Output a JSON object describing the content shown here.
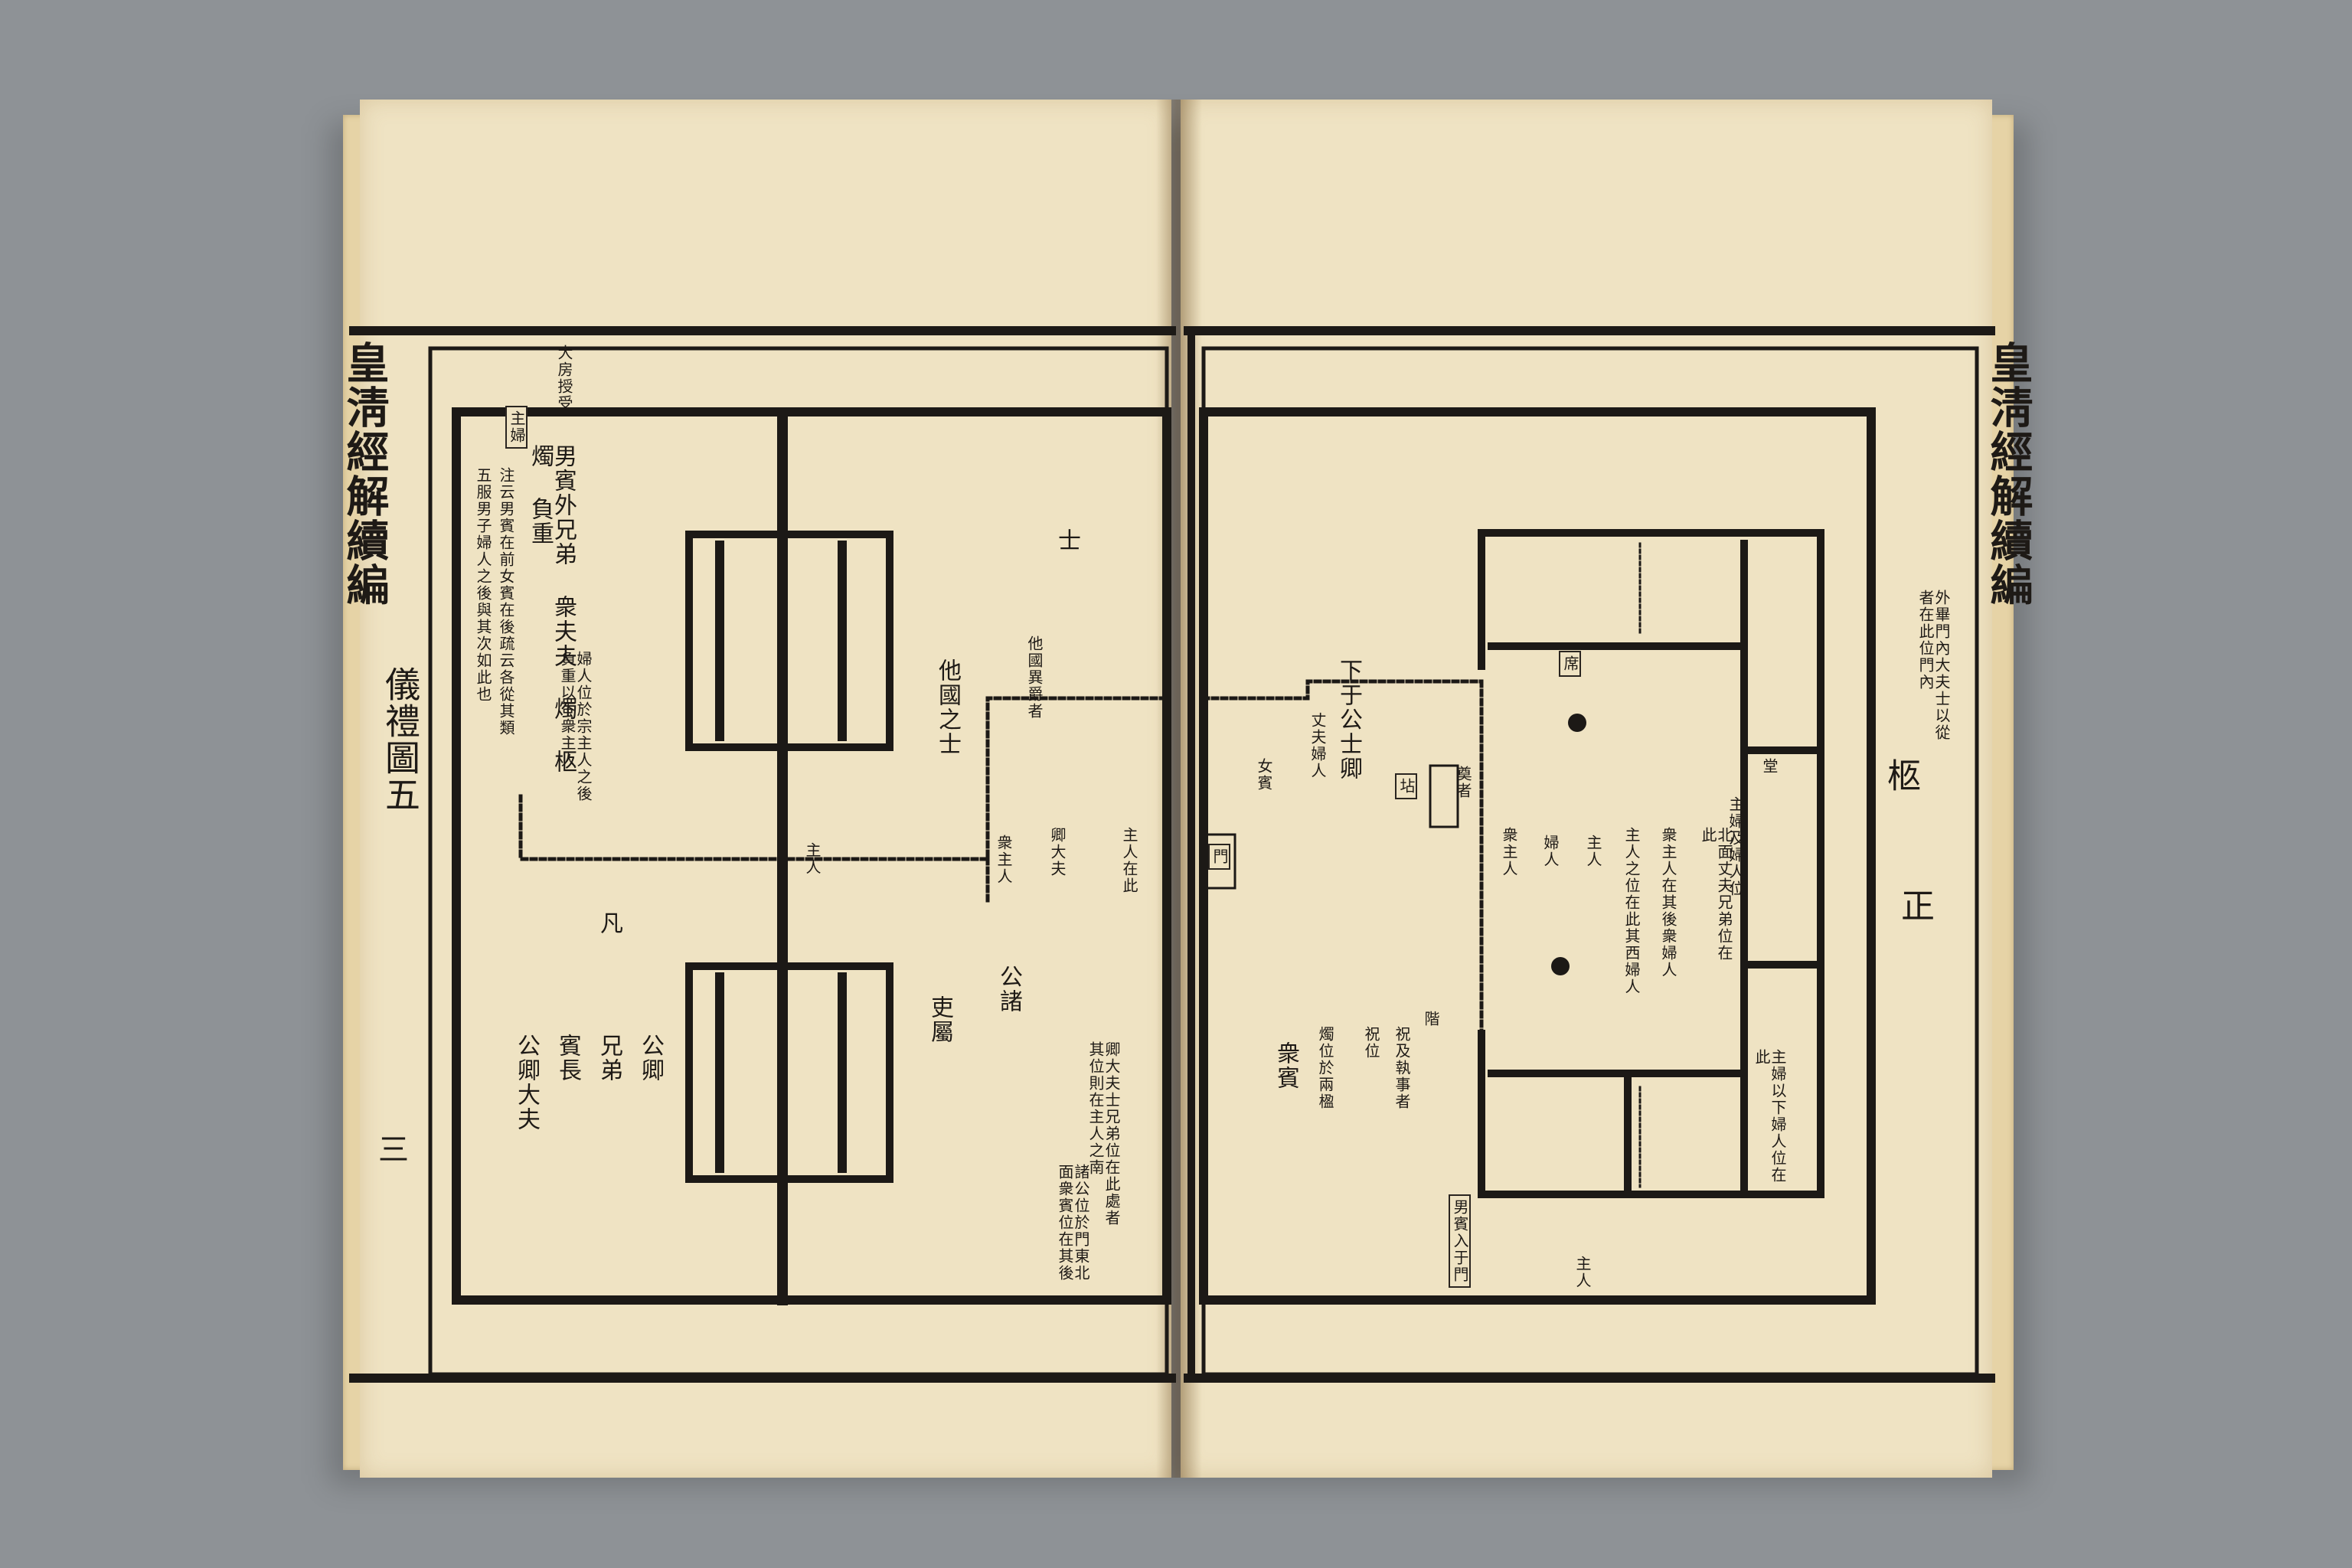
{
  "book": {
    "running_title": "皇淸經解續編",
    "section": "儀禮圖五",
    "folio": "三",
    "right_page_title": "皇淸經解續編"
  },
  "left_page": {
    "top_notes": [
      "主婦",
      "大房授受"
    ],
    "notes_col1": "男賓外兄弟 衆夫夫 燭 柩 燭 負重",
    "notes_col2": "注云男賓在前女賓在後疏云各從其類",
    "notes_col3": "五服男子婦人之後與其次如此也",
    "small_notes": "婦人位於宗主人之後負重以下衆主人",
    "label_shi": "士",
    "label_tazhi": "他國之士",
    "label_taguo": "他國異爵者",
    "label_hudaima": "卿大夫",
    "label_shu": "衆主人",
    "label_zhuyi": "主人",
    "label_ji": "吏屬",
    "label_zhu": "公諸",
    "label_hu": "凡",
    "labels_bottom": [
      "公卿大夫",
      "賓長",
      "兄弟",
      "公卿"
    ],
    "notes_bottom_right": "卿大夫士兄弟位在此處者其位則在主人之南",
    "notes_bottom_right2": "諸公位於門東北面衆賓位在其後",
    "label_zhen": "主人在此"
  },
  "right_page": {
    "title_char": "柩",
    "title_char2": "正",
    "label_xia": "下于公士卿",
    "label_zhu": "丈夫婦人",
    "label_xi": "席",
    "label_tang": "堂",
    "label_fu": "坫",
    "label_nv": "女賓",
    "label_zhong": "衆主人",
    "label_ren": "婦人",
    "label_yi": "主人",
    "label_men": "門",
    "label_jie": "階",
    "notes_a": "主人之位在此其西婦人",
    "notes_b": "衆主人在其後衆婦人",
    "notes_c": "北面丈夫兄弟位在此",
    "notes_d": "主婦及婦人位",
    "notes_e": "衆賓",
    "notes_f": "燭位於兩楹",
    "notes_g": "祝位",
    "notes_h": "祝及執事者",
    "notes_i": "奠者",
    "top_right_notes": "外畢門內大夫士以從者在此位門內",
    "bottom_right_notes": "主婦以下婦人位在此",
    "bottom_notes": "男賓入于門",
    "bottom_notes2": "主人"
  }
}
